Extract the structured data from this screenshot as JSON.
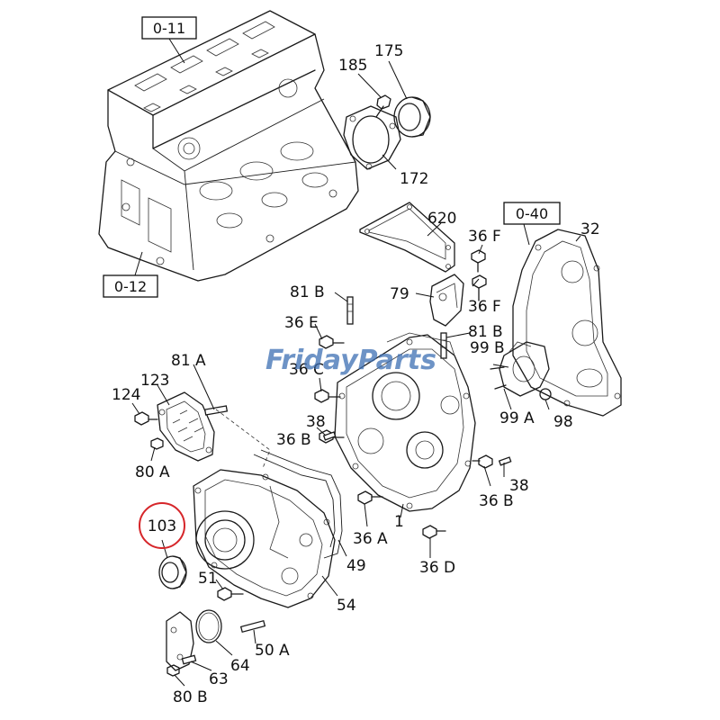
{
  "watermark": "FridayParts",
  "highlight_color": "#d6262a",
  "watermark_color": "#3d6fb3",
  "highlighted_part": "103",
  "reference_boxes": {
    "block_top": "0-11",
    "block_bottom": "0-12",
    "rear_plate": "0-40"
  },
  "labels": {
    "p175": "175",
    "p185": "185",
    "p172": "172",
    "p620": "620",
    "p32": "32",
    "p36F_1": "36 F",
    "p36F_2": "36 F",
    "p79": "79",
    "p81B_1": "81 B",
    "p81B_2": "81 B",
    "p36E": "36 E",
    "p99B": "99 B",
    "p36C": "36 C",
    "p99A": "99 A",
    "p98": "98",
    "p81A": "81 A",
    "p123": "123",
    "p124": "124",
    "p38_1": "38",
    "p36B_1": "36 B",
    "p80A": "80 A",
    "p103": "103",
    "p38_2": "38",
    "p36B_2": "36 B",
    "p1": "1",
    "p36A": "36 A",
    "p36D": "36 D",
    "p49": "49",
    "p51": "51",
    "p54": "54",
    "p50A": "50 A",
    "p64": "64",
    "p63": "63",
    "p80B": "80 B"
  }
}
